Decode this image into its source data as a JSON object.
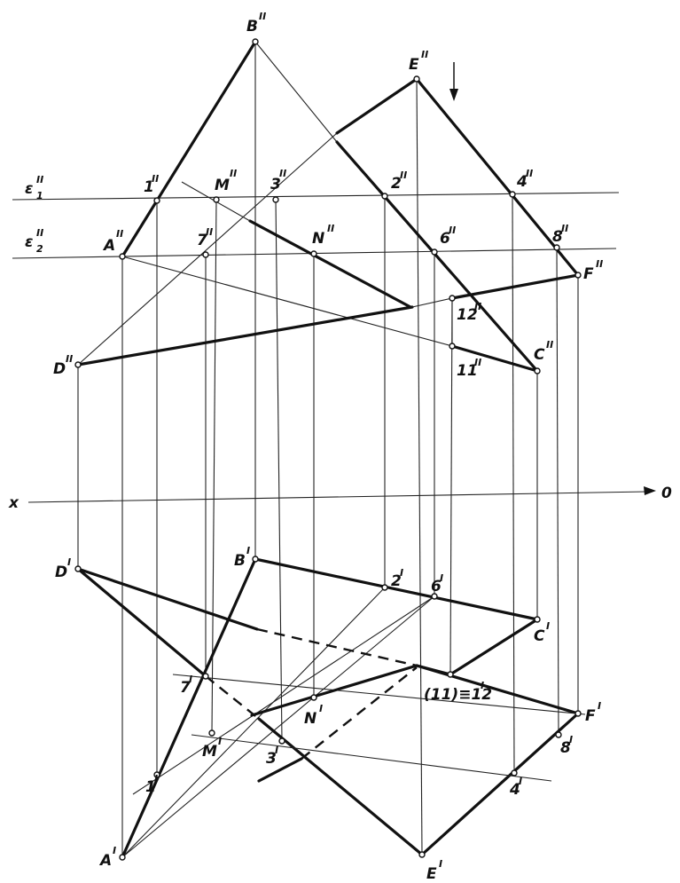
{
  "axis": {
    "x_label": "x",
    "end_label": "0"
  },
  "planes": {
    "eps1": "ε",
    "eps1_sub": "1",
    "eps1_sup": "II",
    "eps2": "ε",
    "eps2_sub": "2",
    "eps2_sup": "II"
  },
  "points_frontal": {
    "A": "A",
    "B": "B",
    "C": "C",
    "D": "D",
    "E": "E",
    "F": "F",
    "M": "M",
    "N": "N",
    "p1": "1",
    "p2": "2",
    "p3": "3",
    "p4": "4",
    "p6": "6",
    "p7": "7",
    "p8": "8",
    "p11": "11",
    "p12": "12",
    "sup": "II"
  },
  "points_horizontal": {
    "A": "A",
    "B": "B",
    "C": "C",
    "D": "D",
    "E": "E",
    "F": "F",
    "M": "M",
    "N": "N",
    "p1": "1",
    "p2": "2",
    "p3": "3",
    "p4": "4",
    "p6": "6",
    "p7": "7",
    "p8": "8",
    "p11_12": "(11)≡12",
    "sup": "I"
  }
}
